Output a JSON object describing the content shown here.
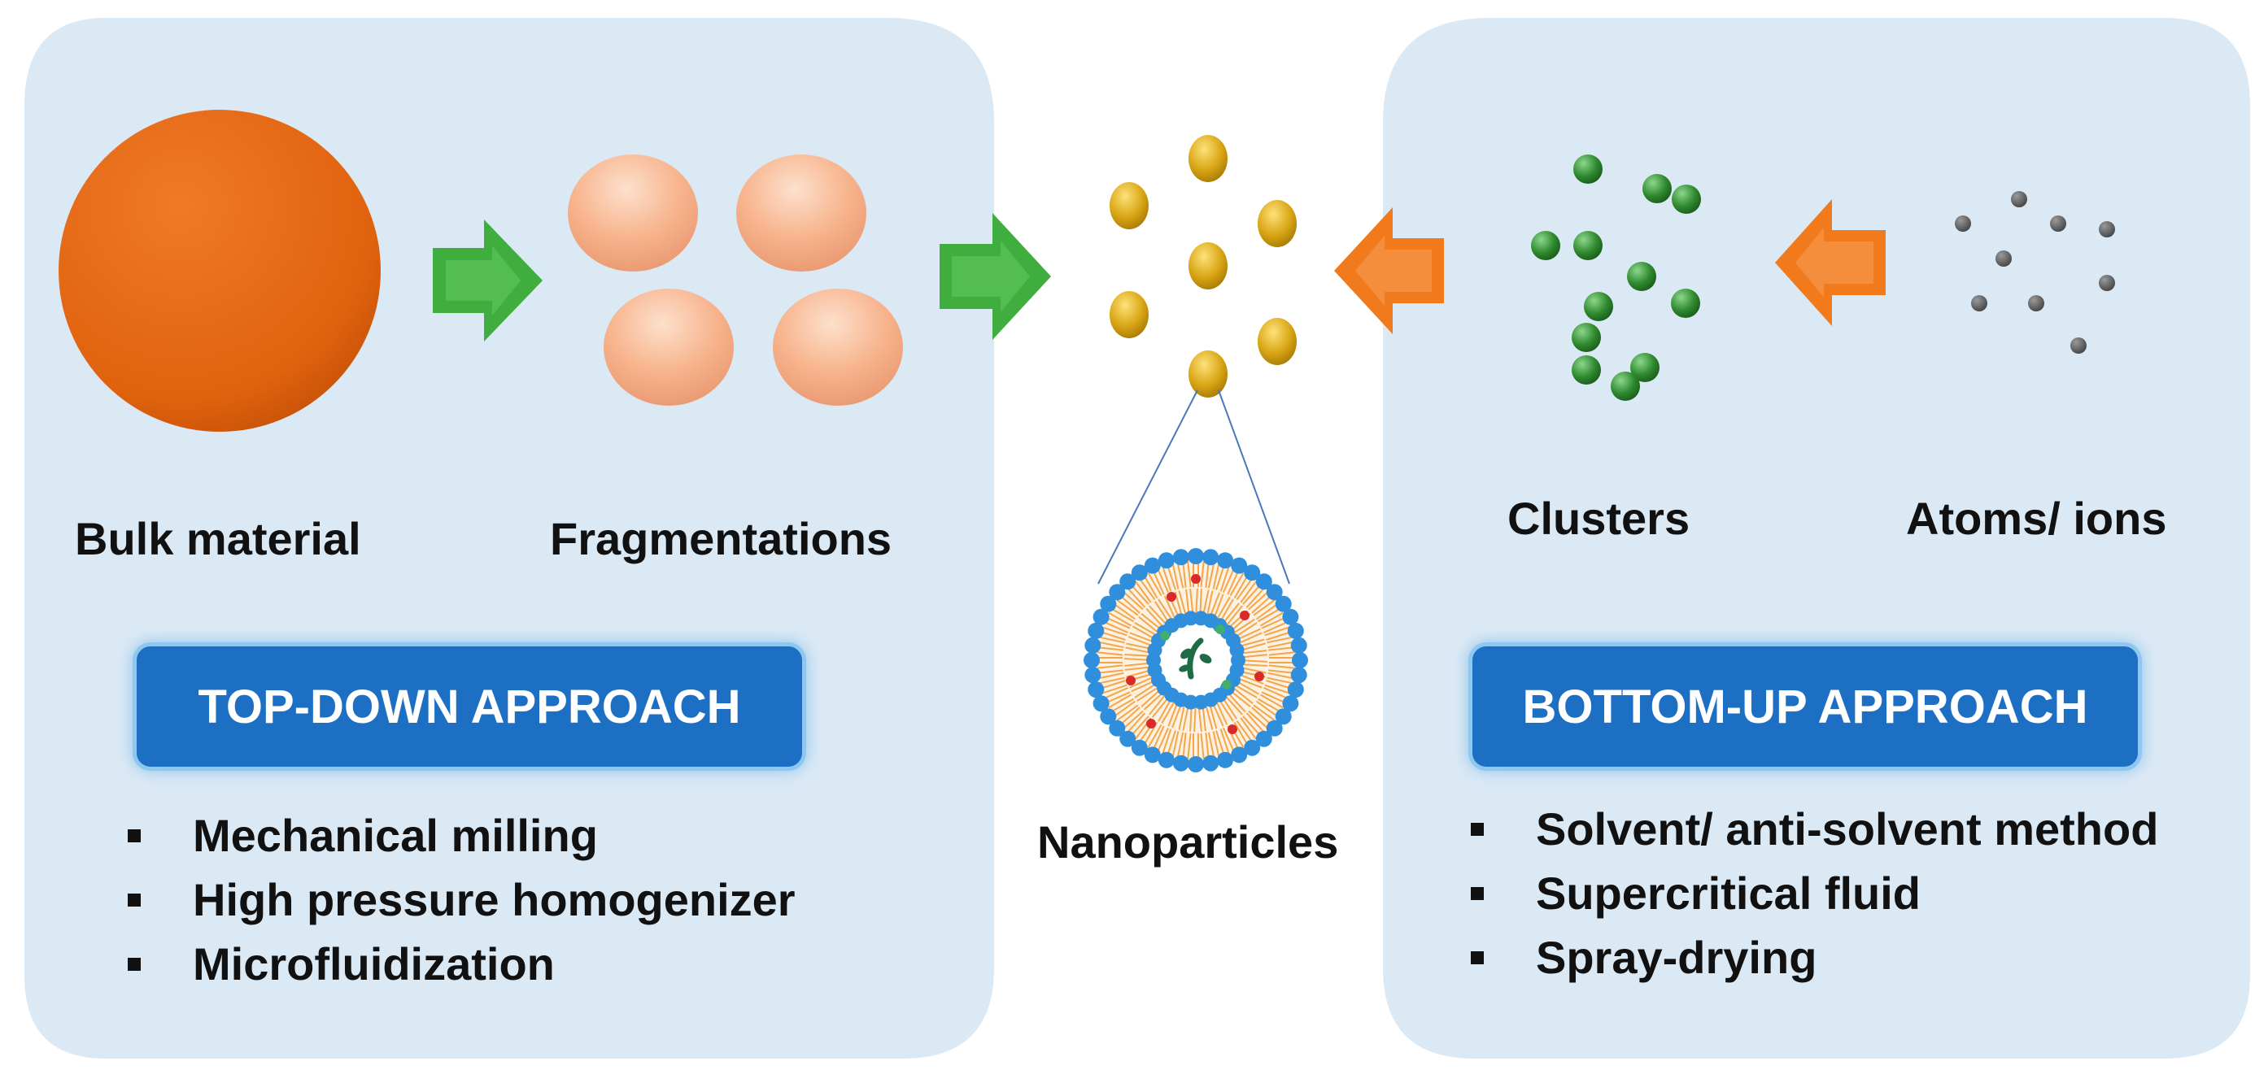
{
  "top_down": {
    "stages": {
      "bulk_label": "Bulk material",
      "fragment_label": "Fragmentations"
    },
    "badge": "TOP-DOWN APPROACH",
    "methods": [
      {
        "text": "Mechanical milling"
      },
      {
        "text": "High pressure homogenizer"
      },
      {
        "text": "Microfluidization"
      }
    ]
  },
  "center": {
    "label": "Nanoparticles"
  },
  "bottom_up": {
    "stages": {
      "clusters_label": "Clusters",
      "atoms_label": "Atoms/ ions"
    },
    "badge": "BOTTOM-UP APPROACH",
    "methods": [
      {
        "text": "Solvent/ anti-solvent method"
      },
      {
        "text": "Supercritical fluid"
      },
      {
        "text": "Spray-drying"
      }
    ]
  },
  "colors": {
    "panel": "#dbe9f5",
    "bulk": "#e0620e",
    "fragment": "#f7b48d",
    "nanoparticle": "#d9a514",
    "cluster": "#2f8a2f",
    "atom": "#555555",
    "green_arrow": "#3fae3f",
    "orange_arrow": "#f07a1c",
    "badge": "#1c6fc3",
    "liposome_head": "#2f8fdc",
    "liposome_tail": "#f3a64a"
  }
}
